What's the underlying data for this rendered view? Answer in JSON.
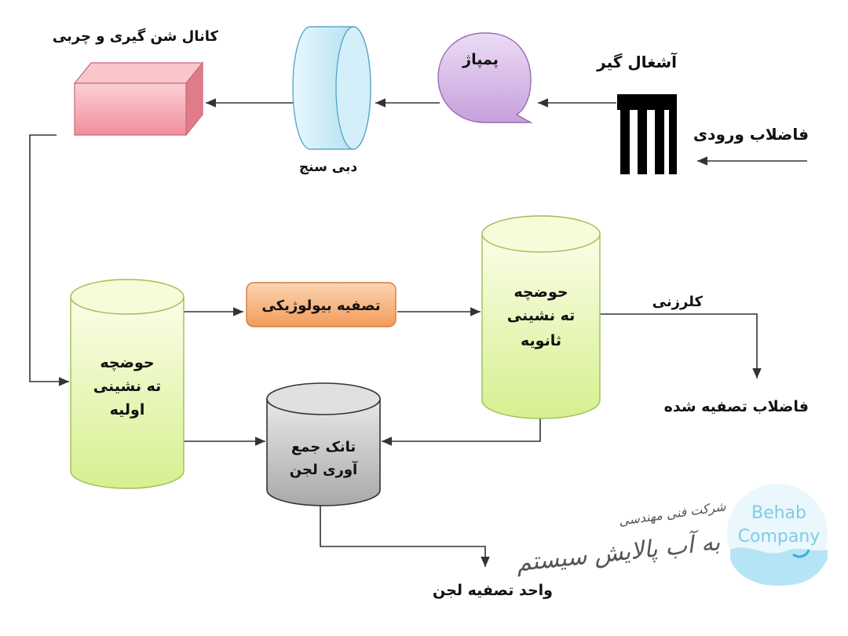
{
  "labels": {
    "inflow": "فاضلاب ورودی",
    "screen": "آشغال گیر",
    "pump": "پمپاژ",
    "flow_meter": "دبی سنج",
    "grit_channel": "کانال شن گیری و چربی",
    "primary_line1": "حوضچه",
    "primary_line2": "ته نشینی",
    "primary_line3": "اولیه",
    "biological": "تصفیه بیولوژیکی",
    "secondary_line1": "حوضچه",
    "secondary_line2": "ته نشینی",
    "secondary_line3": "ثانویه",
    "chlorination": "کلرزنی",
    "treated": "فاضلاب تصفیه شده",
    "sludge_tank_line1": "تانک جمع",
    "sludge_tank_line2": "آوری لجن",
    "sludge_unit": "واحد تصفیه لجن"
  },
  "logo": {
    "line1": "Behab",
    "line2": "Company",
    "fa_small": "شرکت فنی مهندسی",
    "fa_large": "به آب پالایش سیستم"
  },
  "colors": {
    "grit_box": "#f4a7b0",
    "flow_meter": "#bfe6f5",
    "pump": "#d8b8e8",
    "screen": "#000000",
    "tank_green": "#e6f7b8",
    "bio_box": "#f7b27a",
    "sludge_tank": "#c8c8c8",
    "logo_water": "#6cc4e6"
  }
}
